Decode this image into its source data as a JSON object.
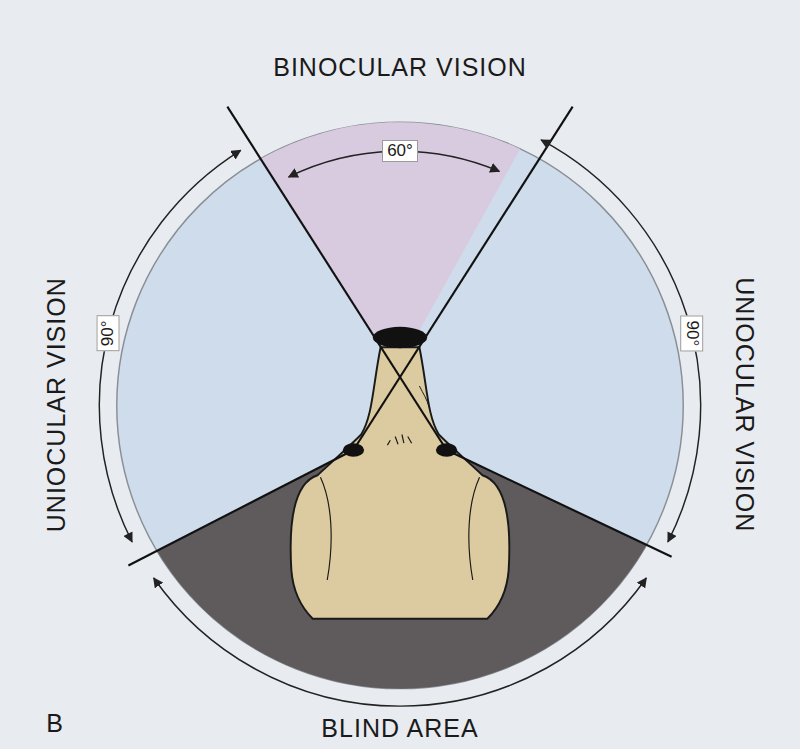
{
  "diagram": {
    "labels": [
      "BINOCULAR VISION",
      "60°",
      "UNIOCULAR VISION",
      "90°",
      "UNIOCULAR VISION",
      "90°",
      "BLIND AREA",
      "B"
    ]
  }
}
